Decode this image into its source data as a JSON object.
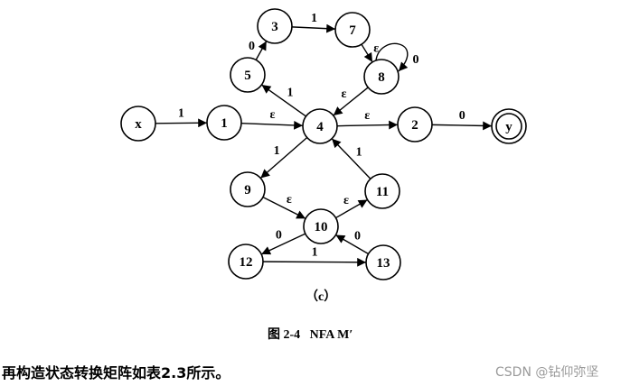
{
  "diagram": {
    "title": "NFA M′",
    "states": [
      "x",
      "1",
      "4",
      "2",
      "y",
      "5",
      "3",
      "7",
      "8",
      "9",
      "10",
      "11",
      "12",
      "13"
    ],
    "start": "x",
    "accepting": [
      "y"
    ],
    "transitions": [
      {
        "from": "x",
        "to": "1",
        "label": "1"
      },
      {
        "from": "1",
        "to": "4",
        "label": "ε"
      },
      {
        "from": "4",
        "to": "2",
        "label": "ε"
      },
      {
        "from": "2",
        "to": "y",
        "label": "0"
      },
      {
        "from": "4",
        "to": "5",
        "label": "1"
      },
      {
        "from": "5",
        "to": "3",
        "label": "0"
      },
      {
        "from": "3",
        "to": "7",
        "label": "1"
      },
      {
        "from": "7",
        "to": "8",
        "label": "ε"
      },
      {
        "from": "8",
        "to": "8",
        "label": "0"
      },
      {
        "from": "8",
        "to": "4",
        "label": "ε"
      },
      {
        "from": "4",
        "to": "9",
        "label": "1"
      },
      {
        "from": "9",
        "to": "10",
        "label": "ε"
      },
      {
        "from": "10",
        "to": "11",
        "label": "ε"
      },
      {
        "from": "11",
        "to": "4",
        "label": "1"
      },
      {
        "from": "10",
        "to": "12",
        "label": "0"
      },
      {
        "from": "12",
        "to": "13",
        "label": "1"
      },
      {
        "from": "13",
        "to": "10",
        "label": "0"
      }
    ]
  },
  "subcaption": "（c）",
  "figure_caption": "图 2-4   NFA M′",
  "body_text": "再构造状态转换矩阵如表2.3所示。",
  "watermark": "CSDN @钻仰弥坚"
}
